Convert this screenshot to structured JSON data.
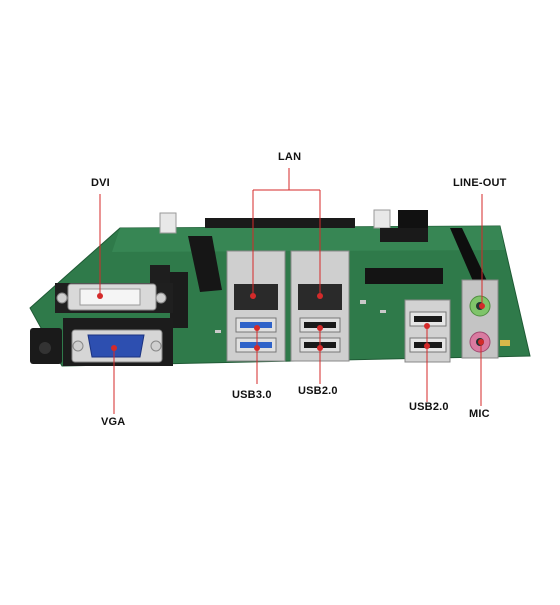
{
  "labels": {
    "lan": "LAN",
    "dvi": "DVI",
    "line_out": "LINE-OUT",
    "usb30": "USB3.0",
    "usb20_center": "USB2.0",
    "usb20_right": "USB2.0",
    "vga": "VGA",
    "mic": "MIC"
  },
  "colors": {
    "callout": "#d42a2a",
    "board": "#2f7a4a",
    "vga_port": "#2d4fb0",
    "usb3_insert": "#2f63c9",
    "line_out_jack": "#7fc46a",
    "mic_jack": "#d97aa0"
  }
}
